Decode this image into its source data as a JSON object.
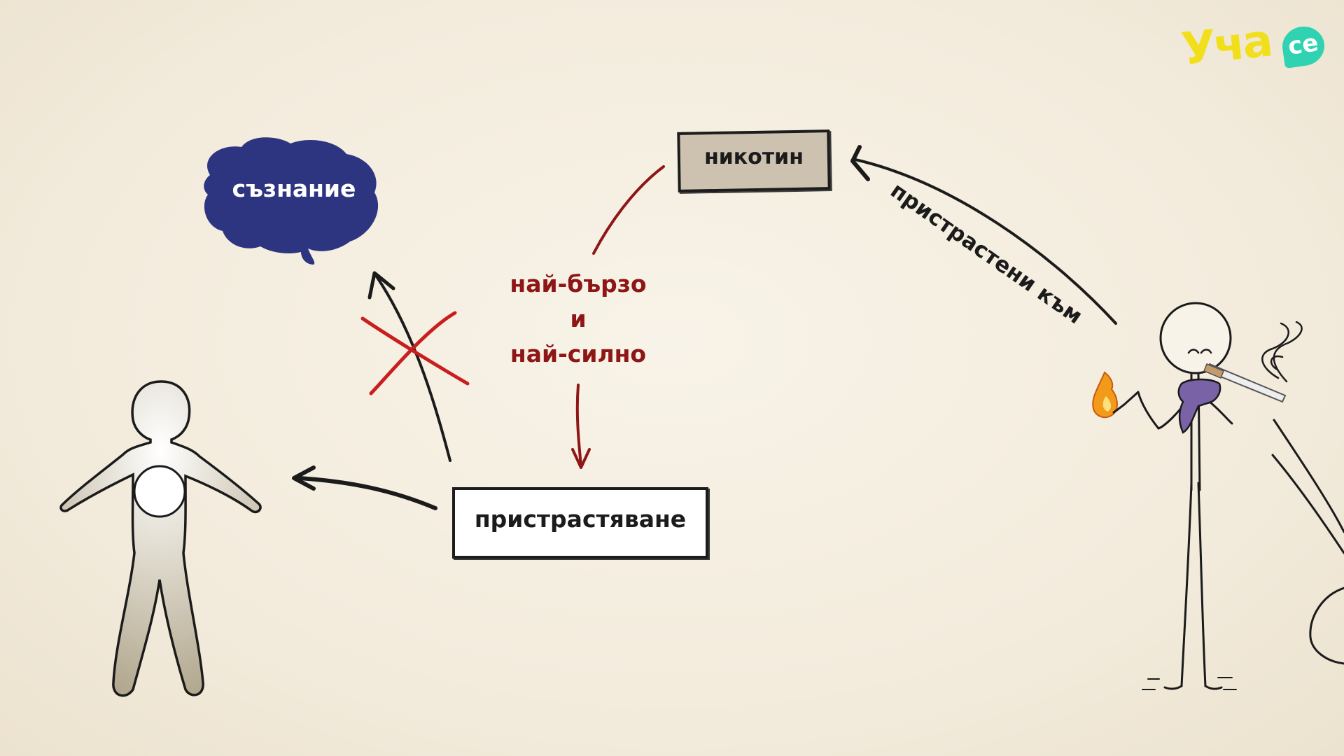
{
  "logo": {
    "text": "Уча",
    "badge": "се",
    "color": "#f2df1c",
    "badge_color": "#2fd3b2"
  },
  "nodes": {
    "consciousness": {
      "label": "съзнание",
      "color": "#2e3580"
    },
    "nicotine": {
      "label": "никотин",
      "fill": "#cdc1b0"
    },
    "addiction": {
      "label": "пристрастяване",
      "fill": "#ffffff"
    }
  },
  "edge_labels": {
    "fastest_line1": "най-бързо",
    "fastest_line2": "и",
    "fastest_line3": "най-силно",
    "addicted_to": "пристрастени към"
  },
  "colors": {
    "red_accent": "#8e1616",
    "cross_red": "#c81e1e",
    "scarf_purple": "#7a62a6",
    "ink": "#1b1b1b"
  }
}
